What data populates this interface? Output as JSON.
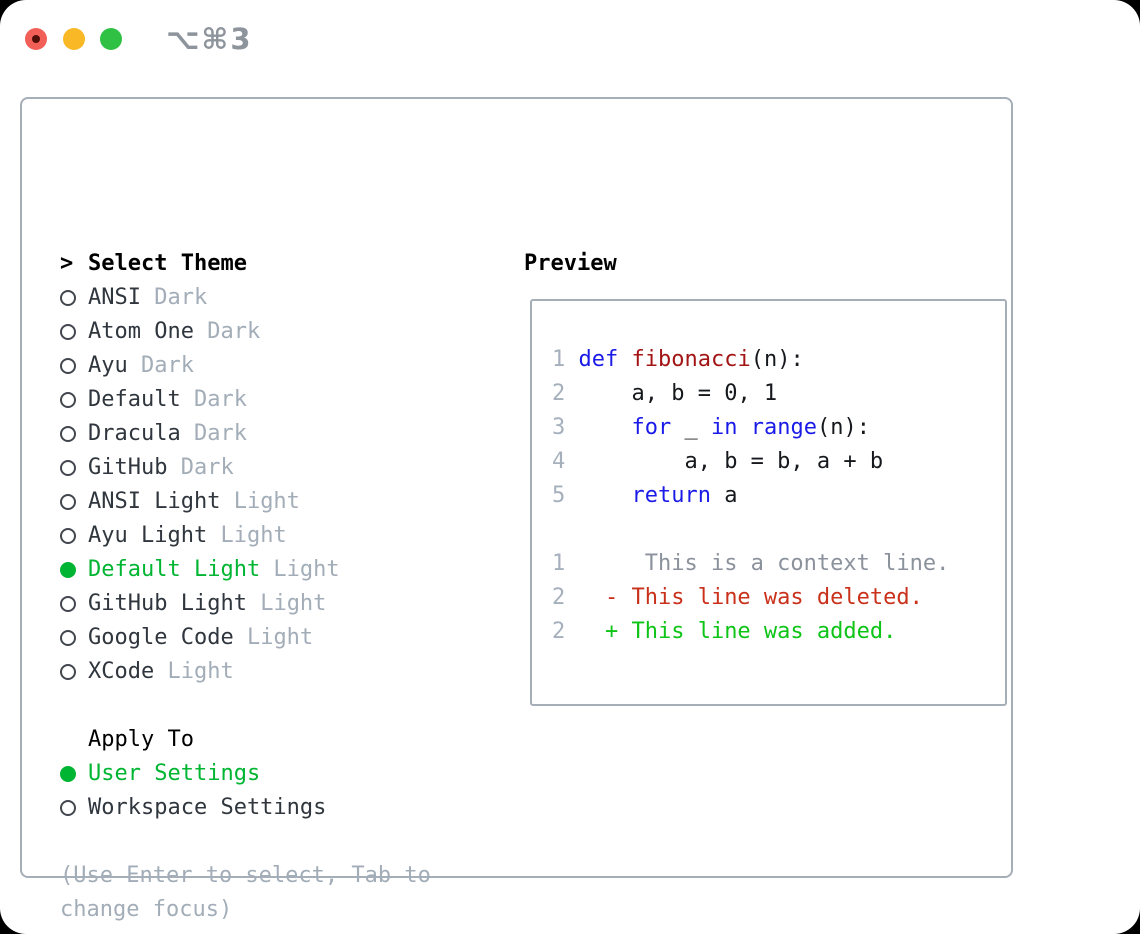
{
  "window": {
    "title": "⌥⌘3"
  },
  "titlebar": {
    "buttons": [
      {
        "name": "close-button",
        "color": "#f25f57"
      },
      {
        "name": "minimize-button",
        "color": "#f9b825"
      },
      {
        "name": "zoom-button",
        "color": "#2fc144"
      }
    ]
  },
  "theme_list": {
    "header_caret": ">",
    "header": "Select Theme",
    "items": [
      {
        "name": "ANSI",
        "variant": "Dark",
        "selected": false
      },
      {
        "name": "Atom One",
        "variant": "Dark",
        "selected": false
      },
      {
        "name": "Ayu",
        "variant": "Dark",
        "selected": false
      },
      {
        "name": "Default",
        "variant": "Dark",
        "selected": false
      },
      {
        "name": "Dracula",
        "variant": "Dark",
        "selected": false
      },
      {
        "name": "GitHub",
        "variant": "Dark",
        "selected": false
      },
      {
        "name": "ANSI Light",
        "variant": "Light",
        "selected": false
      },
      {
        "name": "Ayu Light",
        "variant": "Light",
        "selected": false
      },
      {
        "name": "Default Light",
        "variant": "Light",
        "selected": true
      },
      {
        "name": "GitHub Light",
        "variant": "Light",
        "selected": false
      },
      {
        "name": "Google Code",
        "variant": "Light",
        "selected": false
      },
      {
        "name": "XCode",
        "variant": "Light",
        "selected": false
      }
    ]
  },
  "apply_to": {
    "header": "Apply To",
    "options": [
      {
        "label": "User Settings",
        "selected": true
      },
      {
        "label": "Workspace Settings",
        "selected": false
      }
    ]
  },
  "hint": [
    "(Use Enter to select, Tab to",
    "change focus)"
  ],
  "preview": {
    "title": "Preview",
    "lines": [
      {
        "tokens": [
          {
            "c": "ln",
            "t": "1 "
          },
          {
            "c": "kw",
            "t": "def "
          },
          {
            "c": "fn",
            "t": "fibonacci"
          },
          {
            "c": "plain",
            "t": "(n):"
          }
        ]
      },
      {
        "tokens": [
          {
            "c": "ln",
            "t": "2 "
          },
          {
            "c": "plain",
            "t": "    a, b = 0, 1"
          }
        ]
      },
      {
        "tokens": [
          {
            "c": "ln",
            "t": "3 "
          },
          {
            "c": "plain",
            "t": "    "
          },
          {
            "c": "kw",
            "t": "for"
          },
          {
            "c": "plain",
            "t": " _ "
          },
          {
            "c": "kw",
            "t": "in"
          },
          {
            "c": "plain",
            "t": " "
          },
          {
            "c": "kw",
            "t": "range"
          },
          {
            "c": "plain",
            "t": "(n):"
          }
        ]
      },
      {
        "tokens": [
          {
            "c": "ln",
            "t": "4 "
          },
          {
            "c": "plain",
            "t": "        a, b = b, a + b"
          }
        ]
      },
      {
        "tokens": [
          {
            "c": "ln",
            "t": "5 "
          },
          {
            "c": "plain",
            "t": "    "
          },
          {
            "c": "kw",
            "t": "return"
          },
          {
            "c": "plain",
            "t": " a"
          }
        ]
      },
      {
        "tokens": []
      },
      {
        "tokens": [
          {
            "c": "ln",
            "t": "1"
          },
          {
            "c": "ctx",
            "t": "      This is a context line."
          }
        ]
      },
      {
        "tokens": [
          {
            "c": "ln",
            "t": "2"
          },
          {
            "c": "del",
            "t": "   - This line was deleted."
          }
        ]
      },
      {
        "tokens": [
          {
            "c": "ln",
            "t": "2"
          },
          {
            "c": "add",
            "t": "   + This line was added."
          }
        ]
      }
    ]
  },
  "palette": {
    "selection_green": "#00b532",
    "added_green": "#0dc417",
    "deleted_red": "#c9311b",
    "keyword_blue": "#1b1be8",
    "function_red": "#a31515",
    "context_gray": "#8b929c",
    "muted_gray": "#a3adb8",
    "line_number_gray": "#a6b0bd",
    "border_gray": "#a6aeb8",
    "traffic_red": "#f25f57",
    "traffic_yellow": "#f9b825",
    "traffic_green": "#2fc144"
  }
}
